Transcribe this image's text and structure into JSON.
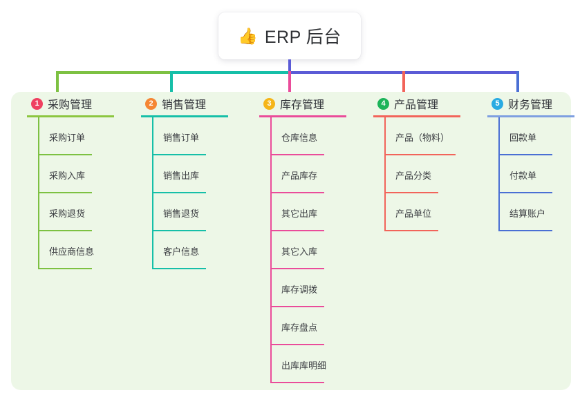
{
  "root": {
    "icon": "thumbs-up-icon",
    "emoji": "👍",
    "title": "ERP 后台"
  },
  "colors": {
    "panel_bg": "#edf7e7",
    "page_bg": "#ffffff",
    "root_stem": "#5b5bd6",
    "bus_left": "#7dc142",
    "bus_mid": "#16bfa8",
    "bus_right": "#5b5bd6"
  },
  "columns": [
    {
      "index": "1",
      "title": "采购管理",
      "badge_color": "#ef4060",
      "line_color": "#7dc142",
      "rule_color": "#8cc63f",
      "items": [
        {
          "label": "采购订单"
        },
        {
          "label": "采购入库"
        },
        {
          "label": "采购退货"
        },
        {
          "label": "供应商信息"
        }
      ]
    },
    {
      "index": "2",
      "title": "销售管理",
      "badge_color": "#f58634",
      "line_color": "#16bfa8",
      "rule_color": "#16bfa8",
      "items": [
        {
          "label": "销售订单"
        },
        {
          "label": "销售出库"
        },
        {
          "label": "销售退货"
        },
        {
          "label": "客户信息"
        }
      ]
    },
    {
      "index": "3",
      "title": "库存管理",
      "badge_color": "#f5b518",
      "line_color": "#ea4c9a",
      "rule_color": "#ea4c9a",
      "items": [
        {
          "label": "仓库信息"
        },
        {
          "label": "产品库存"
        },
        {
          "label": "其它出库"
        },
        {
          "label": "其它入库"
        },
        {
          "label": "库存调拨"
        },
        {
          "label": "库存盘点"
        },
        {
          "label": "出库库明细"
        }
      ]
    },
    {
      "index": "4",
      "title": "产品管理",
      "badge_color": "#1cb45a",
      "line_color": "#f2645a",
      "rule_color": "#f2645a",
      "items": [
        {
          "label": "产品（物料）",
          "wide": true
        },
        {
          "label": "产品分类"
        },
        {
          "label": "产品单位"
        }
      ]
    },
    {
      "index": "5",
      "title": "财务管理",
      "badge_color": "#29abe2",
      "line_color": "#4a6fd4",
      "rule_color": "#7e9fe0",
      "items": [
        {
          "label": "回款单"
        },
        {
          "label": "付款单"
        },
        {
          "label": "结算账户"
        }
      ]
    }
  ]
}
